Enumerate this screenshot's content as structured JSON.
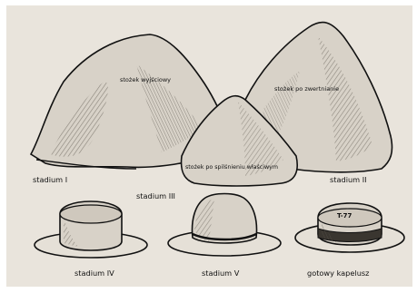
{
  "colors": {
    "background": "#e9e4dc",
    "ink": "#111111",
    "hat_fill": "#d8d2c8",
    "hat_shade": "#8b857c"
  },
  "illustration": {
    "cone_labels": {
      "stage1_cone": "stożek wyjściowy",
      "stage2_cone": "stożek po zwertnianie",
      "stage3_cone": "stożek po spilśnieniu właściwym"
    },
    "stage_labels": {
      "stage1": "stadium I",
      "stage2": "stadium II",
      "stage3": "stadium III",
      "stage4": "stadium IV",
      "stage5": "stadium V",
      "final": "gotowy kapelusz"
    },
    "hat_band_text": "T-77"
  }
}
